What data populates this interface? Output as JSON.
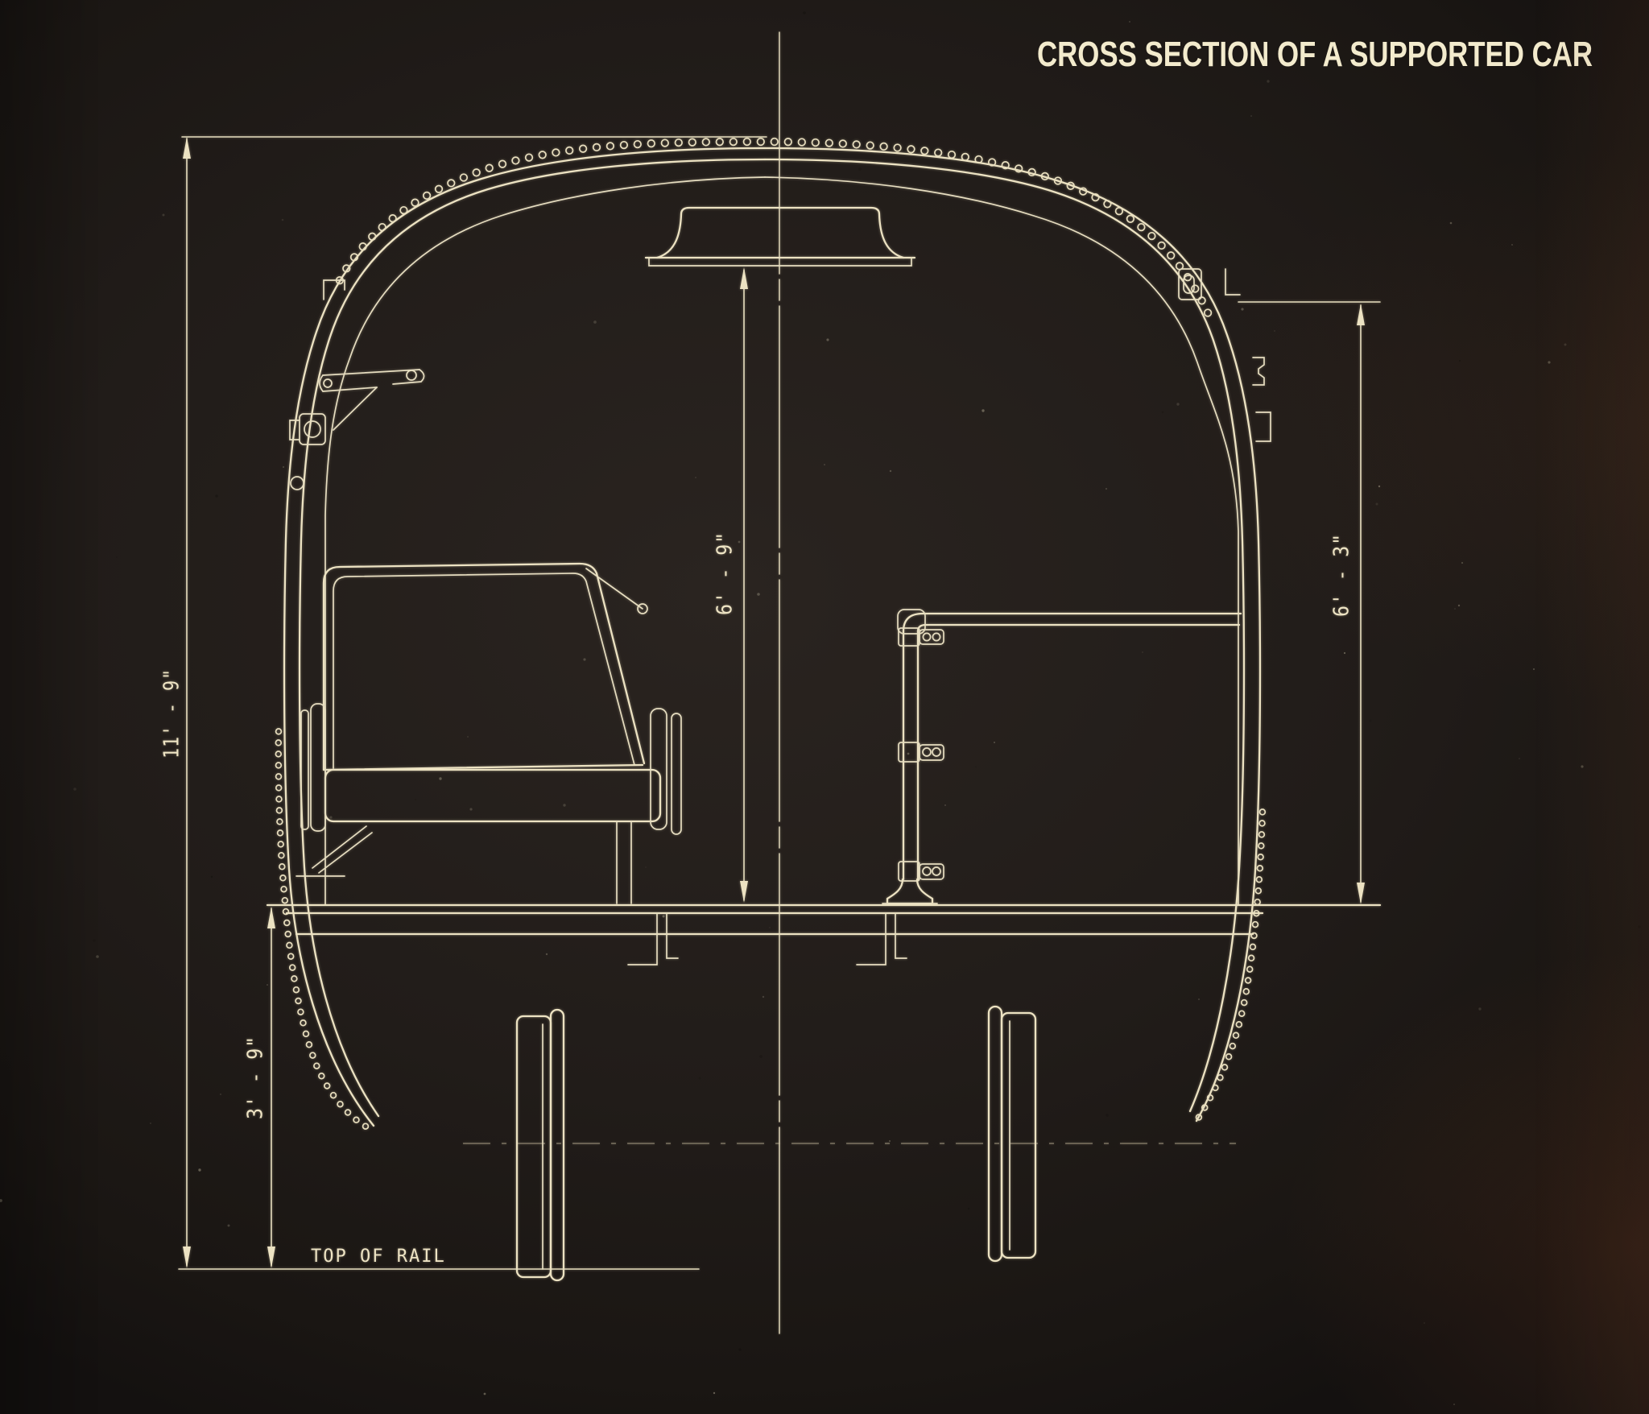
{
  "title": "CROSS SECTION OF A SUPPORTED CAR",
  "dimensions": {
    "overall_height": "11' - 9\"",
    "floor_to_top_of_rail": "3' - 9\"",
    "ventilator_to_floor": "6' - 9\"",
    "wall_top_to_floor": "6' - 3\""
  },
  "annotations": {
    "top_of_rail": "TOP OF RAIL"
  },
  "colors": {
    "background": "#211c19",
    "line": "#ece2c2",
    "text": "#f3ebcd"
  }
}
